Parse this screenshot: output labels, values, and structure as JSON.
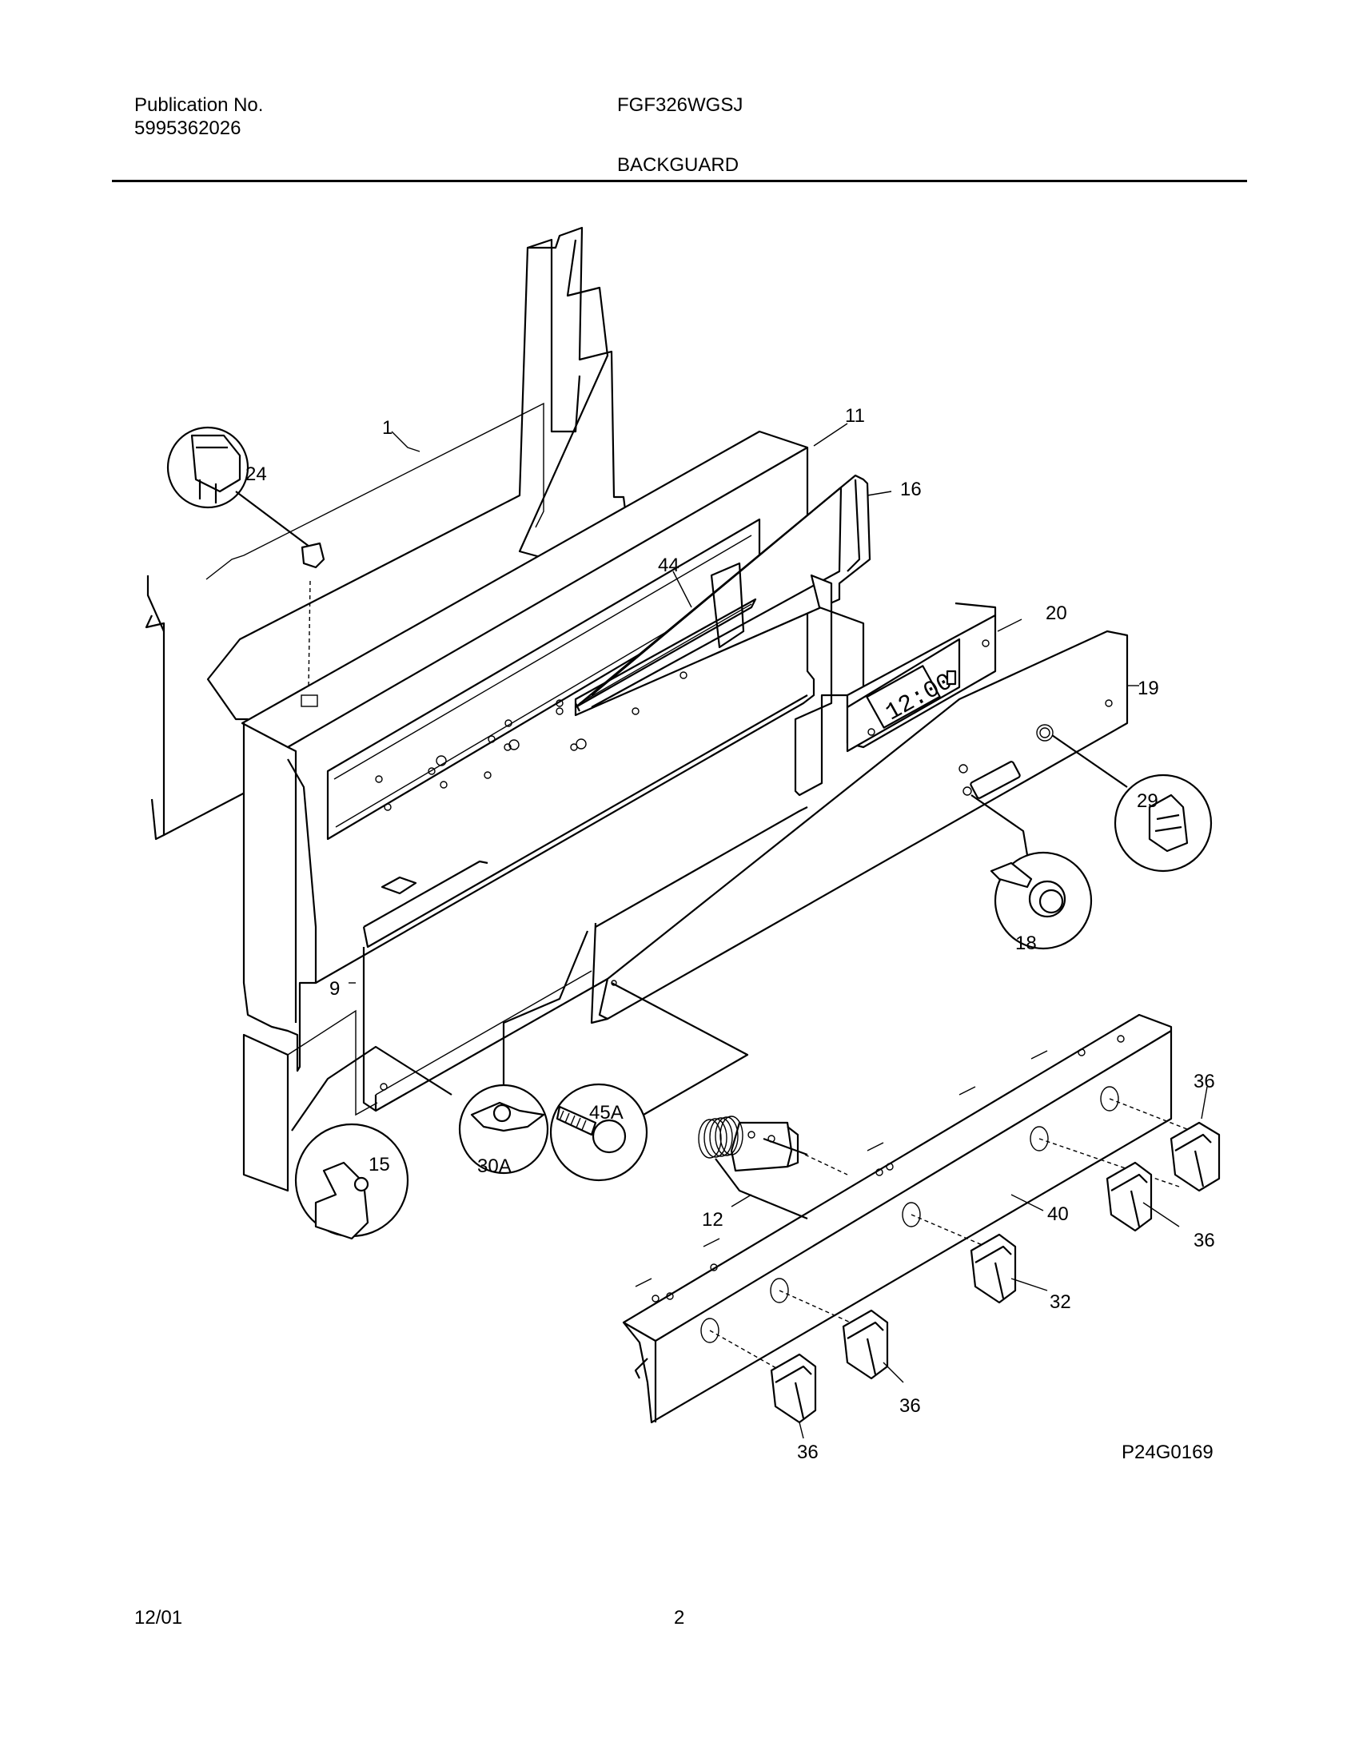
{
  "header": {
    "publication_label": "Publication No.",
    "publication_number": "5995362026",
    "model": "FGF326WGSJ",
    "section": "BACKGUARD"
  },
  "footer": {
    "date": "12/01",
    "page": "2"
  },
  "diagram": {
    "figure_id": "P24G0169",
    "clock_display": "12:00",
    "part_labels": {
      "p1": "1",
      "p9": "9",
      "p11": "11",
      "p12": "12",
      "p15": "15",
      "p16": "16",
      "p18": "18",
      "p19": "19",
      "p20": "20",
      "p24": "24",
      "p29": "29",
      "p30A": "30A",
      "p32": "32",
      "p36a": "36",
      "p36b": "36",
      "p36c": "36",
      "p36d": "36",
      "p40": "40",
      "p44": "44",
      "p45A": "45A"
    }
  }
}
